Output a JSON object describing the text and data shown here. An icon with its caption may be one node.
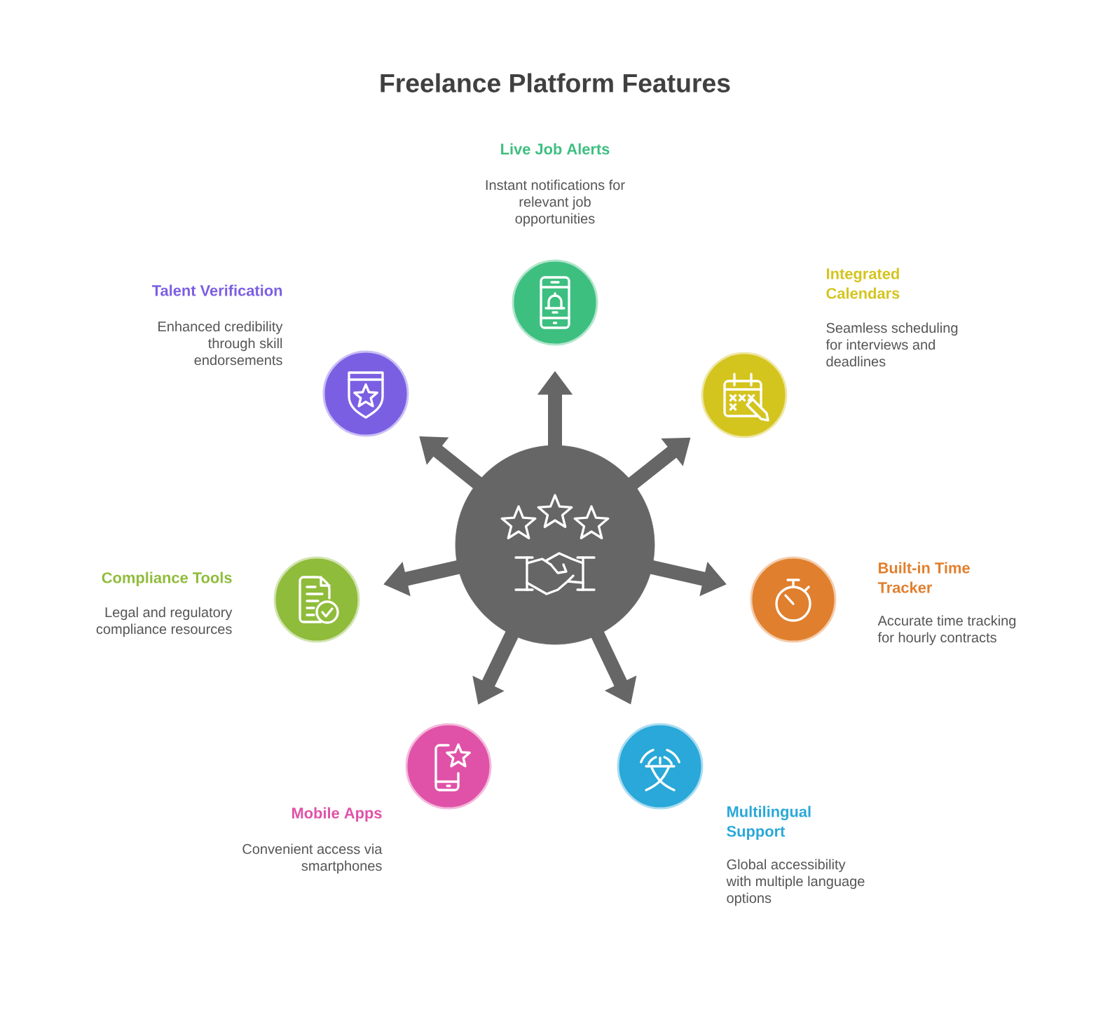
{
  "diagram": {
    "title": "Freelance Platform Features",
    "nodes": [
      {
        "text": [],
        "shape": "circle"
      },
      {
        "text": [
          "Live Job Alerts",
          "Instant notifications for relevant job opportunities"
        ]
      },
      {
        "text": [
          "Integrated Calendars",
          "Seamless scheduling for interviews and deadlines"
        ]
      },
      {
        "text": [
          "Built-in Time Tracker",
          "Accurate time tracking for hourly contracts"
        ]
      },
      {
        "text": [
          "Multilingual Support",
          "Global accessibility with multiple language options"
        ]
      },
      {
        "text": [
          "Mobile Apps",
          "Convenient access via smartphones"
        ]
      },
      {
        "text": [
          "Compliance Tools",
          "Legal and regulatory compliance resources"
        ]
      },
      {
        "text": [
          "Talent Verification",
          "Enhanced credibility through skill endorsements"
        ]
      }
    ],
    "edges": [
      {
        "from": 0,
        "to": 1,
        "arrow": "to"
      },
      {
        "from": 0,
        "to": 2,
        "arrow": "to"
      },
      {
        "from": 0,
        "to": 3,
        "arrow": "to"
      },
      {
        "from": 0,
        "to": 4,
        "arrow": "to"
      },
      {
        "from": 0,
        "to": 5,
        "arrow": "to"
      },
      {
        "from": 0,
        "to": 6,
        "arrow": "to"
      },
      {
        "from": 0,
        "to": 7,
        "arrow": "to"
      }
    ]
  }
}
